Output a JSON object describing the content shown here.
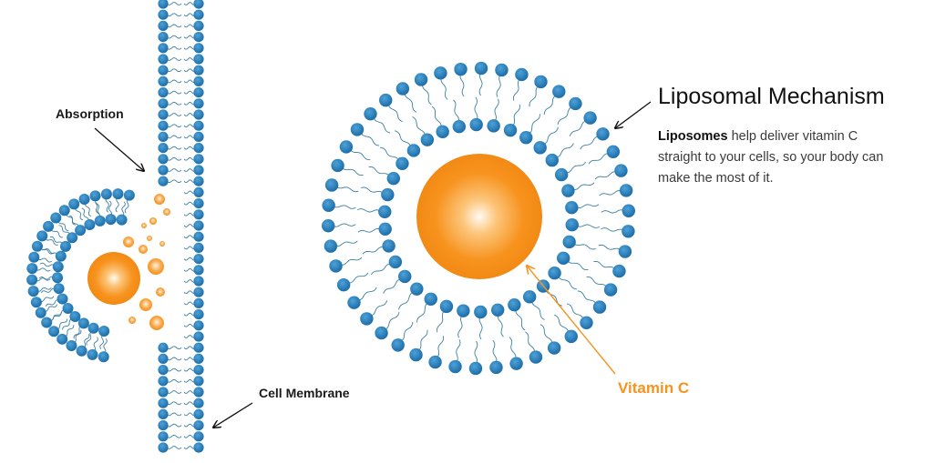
{
  "labels": {
    "absorption": "Absorption",
    "cell_membrane": "Cell Membrane",
    "vitamin_c": "Vitamin C"
  },
  "panel": {
    "title": "Liposomal Mechanism",
    "body_bold": "Liposomes",
    "body_rest": " help deliver vitamin C straight to your cells, so your body can make the most of it."
  },
  "colors": {
    "lipid_head": "#2177b3",
    "lipid_tail": "#3d7fa3",
    "vitamin_core": "#f7931e",
    "vitamin_glow": "#fff2e0",
    "arrow_black": "#111111",
    "arrow_orange": "#f7931e"
  }
}
